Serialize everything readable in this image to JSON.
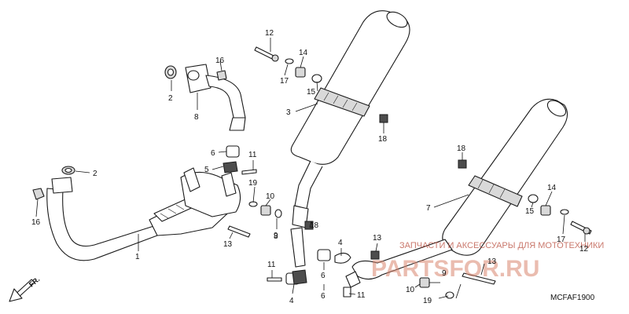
{
  "diagram": {
    "callouts": {
      "c1": "1",
      "c2a": "2",
      "c2b": "2",
      "c3": "3",
      "c4a": "4",
      "c4b": "4",
      "c5": "5",
      "c6a": "6",
      "c6b": "6",
      "c6c": "6",
      "c7": "7",
      "c8a": "8",
      "c8b": "8",
      "c9a": "9",
      "c9b": "9",
      "c10a": "10",
      "c10b": "10",
      "c11a": "11",
      "c11b": "11",
      "c11c": "11",
      "c12a": "12",
      "c12b": "12",
      "c13a": "13",
      "c13b": "13",
      "c13c": "13",
      "c14a": "14",
      "c14b": "14",
      "c15a": "15",
      "c15b": "15",
      "c16a": "16",
      "c16b": "16",
      "c17a": "17",
      "c17b": "17",
      "c18a": "18",
      "c18b": "18",
      "c18c": "18",
      "c19a": "19",
      "c19b": "19"
    },
    "direction_label": "FR.",
    "figure_code": "MCFAF1900"
  },
  "watermark": {
    "caption": "ЗАПЧАСТИ И АКСЕССУАРЫ ДЛЯ МОТОТЕХНИКИ",
    "brand": "PARTSFOR.RU"
  }
}
